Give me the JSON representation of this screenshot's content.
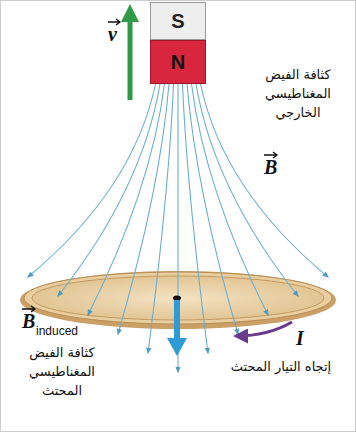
{
  "diagram": {
    "nodes": [
      {
        "text": [
          "S"
        ]
      },
      {
        "text": [
          "N"
        ]
      }
    ],
    "labels": [
      "v",
      "كثافة الفيض المغناطيسي الخارجي",
      "B",
      "B",
      "induced",
      "كثافة الفيض المغناطيسي المحتث",
      "I",
      "إتجاه التيار المحتث"
    ]
  }
}
